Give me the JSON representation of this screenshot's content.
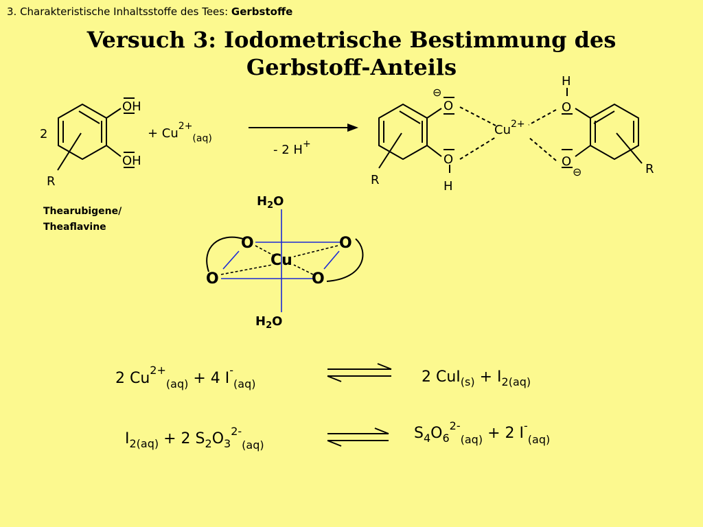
{
  "header": {
    "prefix": "3. Charakteristische Inhaltsstoffe des Tees: ",
    "topic": "Gerbstoffe"
  },
  "title": "Versuch 3: Iodometrische Bestimmung des Gerbstoff-Anteils",
  "reaction1": {
    "coefficient": "2",
    "oh_top": "OH",
    "oh_bottom": "OH",
    "r_left": "R",
    "plus_cu": "+ Cu",
    "cu_charge": "2+",
    "cu_state": "(aq)",
    "arrow_label": "- 2 H",
    "arrow_label_charge": "+",
    "product_cu": "Cu",
    "product_cu_charge": "2+",
    "o_label": "O",
    "h_label": "H",
    "minus": "⊖",
    "r_right": "R",
    "r_product_left": "R",
    "substance_line1": "Thearubigene/",
    "substance_line2": "Theaflavine"
  },
  "complex": {
    "top_water": "H",
    "top_water_sub": "2",
    "top_water_o": "O",
    "bottom_water": "H",
    "bottom_water_sub": "2",
    "bottom_water_o": "O",
    "center": "Cu",
    "oxygen": "O"
  },
  "equation1": {
    "left": [
      "2 Cu",
      "2+",
      "(aq)",
      " + 4 I",
      "-",
      "(aq)"
    ],
    "right": [
      "2 CuI",
      "(s)",
      " + I",
      "2(aq)"
    ]
  },
  "equation2": {
    "left": [
      "I",
      "2(aq)",
      " + 2 S",
      "2",
      "O",
      "3",
      "2-",
      "(aq)"
    ],
    "right": [
      "S",
      "4",
      "O",
      "6",
      "2-",
      "(aq)",
      " + 2 I",
      "-",
      "(aq)"
    ]
  }
}
